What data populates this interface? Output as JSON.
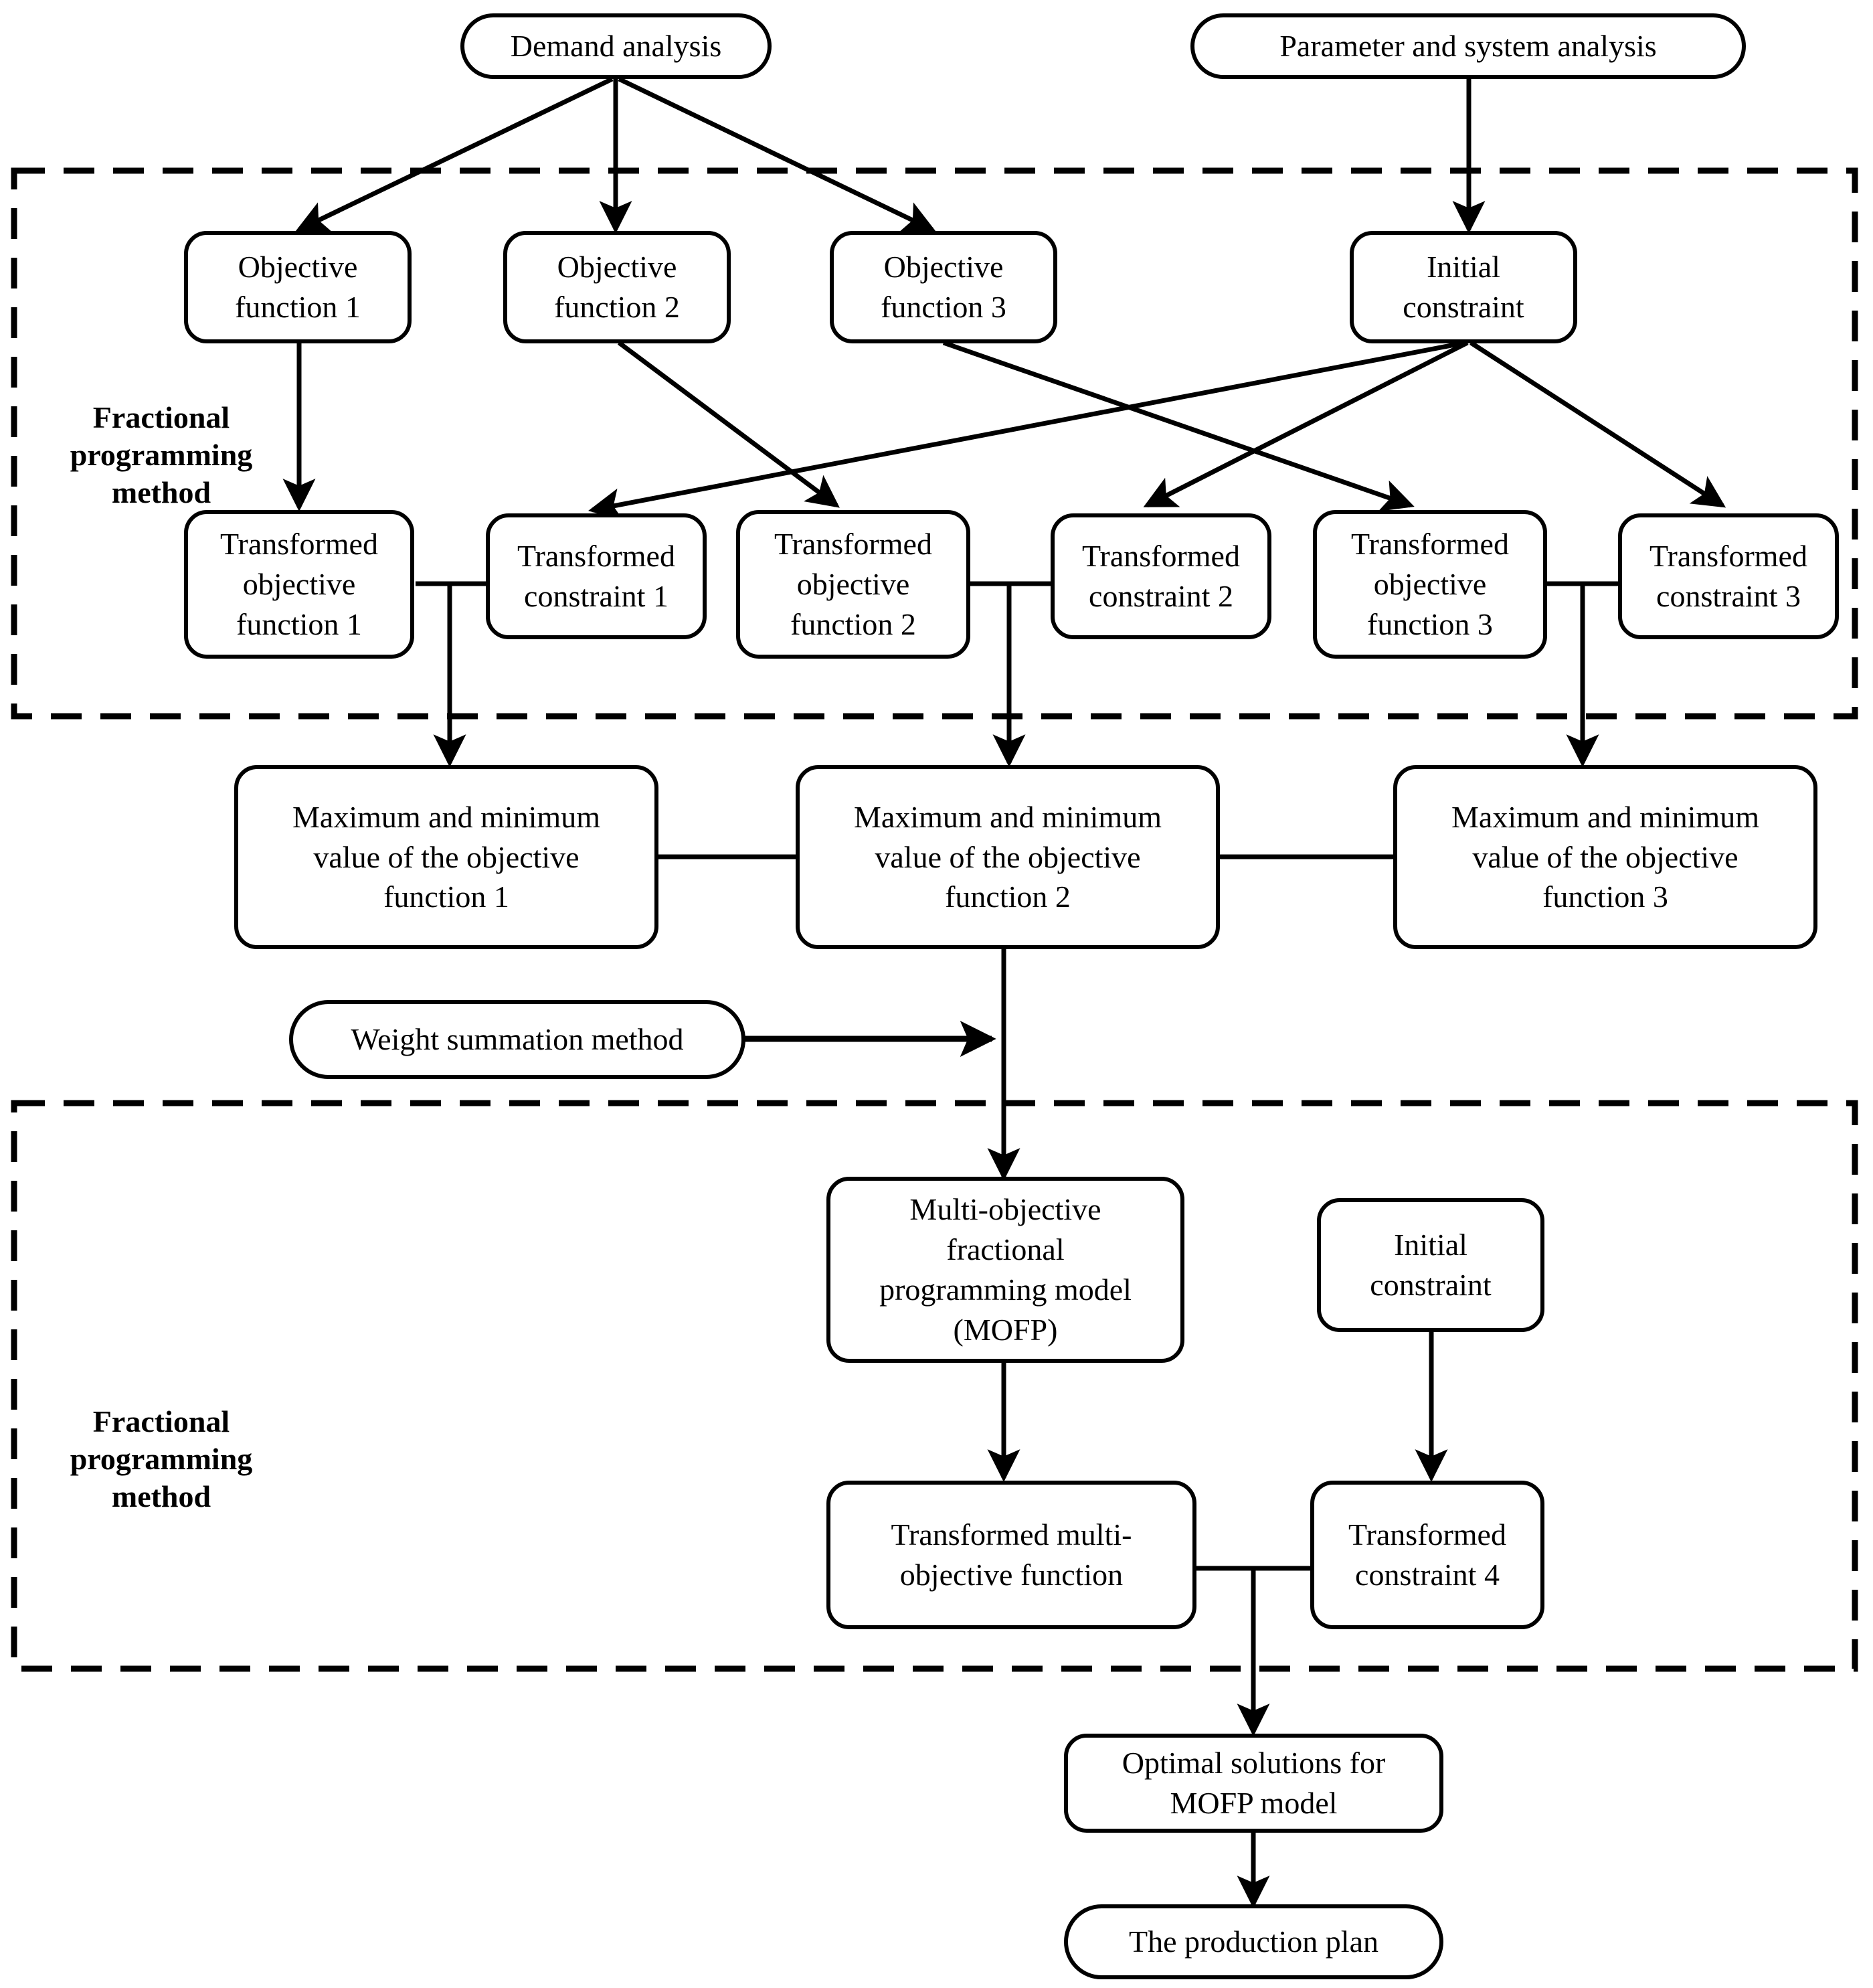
{
  "diagram": {
    "title": "Multi-objective fractional programming flowchart",
    "line_color": "#000000",
    "background": "#ffffff",
    "groups": [
      {
        "id": "group-upper",
        "label": "Fractional\nprogramming\nmethod"
      },
      {
        "id": "group-lower",
        "label": "Fractional\nprogramming\nmethod"
      }
    ],
    "nodes": [
      {
        "id": "demand-analysis",
        "label": "Demand analysis"
      },
      {
        "id": "parameter-system",
        "label": "Parameter and system analysis"
      },
      {
        "id": "objective-function-1",
        "label": "Objective\nfunction 1"
      },
      {
        "id": "objective-function-2",
        "label": "Objective\nfunction 2"
      },
      {
        "id": "objective-function-3",
        "label": "Objective\nfunction 3"
      },
      {
        "id": "initial-constraint-top",
        "label": "Initial\nconstraint"
      },
      {
        "id": "transformed-objective-function-1",
        "label": "Transformed\nobjective\nfunction 1"
      },
      {
        "id": "transformed-constraint-1",
        "label": "Transformed\nconstraint 1"
      },
      {
        "id": "transformed-objective-function-2",
        "label": "Transformed\nobjective\nfunction 2"
      },
      {
        "id": "transformed-constraint-2",
        "label": "Transformed\nconstraint 2"
      },
      {
        "id": "transformed-objective-function-3",
        "label": "Transformed\nobjective\nfunction 3"
      },
      {
        "id": "transformed-constraint-3",
        "label": "Transformed\nconstraint 3"
      },
      {
        "id": "maxmin-1",
        "label": "Maximum and minimum\nvalue of the objective\nfunction 1"
      },
      {
        "id": "maxmin-2",
        "label": "Maximum and minimum\nvalue of the objective\nfunction 2"
      },
      {
        "id": "maxmin-3",
        "label": "Maximum and minimum\nvalue of the objective\nfunction 3"
      },
      {
        "id": "weight-summation",
        "label": "Weight summation method"
      },
      {
        "id": "mofp-model",
        "label": "Multi-objective\nfractional\nprogramming model\n(MOFP)"
      },
      {
        "id": "initial-constraint-bottom",
        "label": "Initial\nconstraint"
      },
      {
        "id": "transformed-multi-objective-function",
        "label": "Transformed multi-\nobjective function"
      },
      {
        "id": "transformed-constraint-4",
        "label": "Transformed\nconstraint 4"
      },
      {
        "id": "optimal-solutions",
        "label": "Optimal solutions for\nMOFP model"
      },
      {
        "id": "production-plan",
        "label": "The production plan"
      }
    ],
    "edges": [
      {
        "from": "demand-analysis",
        "to": "objective-function-1",
        "arrow": true
      },
      {
        "from": "demand-analysis",
        "to": "objective-function-2",
        "arrow": true
      },
      {
        "from": "demand-analysis",
        "to": "objective-function-3",
        "arrow": true
      },
      {
        "from": "parameter-system",
        "to": "initial-constraint-top",
        "arrow": true
      },
      {
        "from": "objective-function-1",
        "to": "transformed-objective-function-1",
        "arrow": true
      },
      {
        "from": "objective-function-2",
        "to": "transformed-objective-function-2",
        "arrow": true
      },
      {
        "from": "objective-function-3",
        "to": "transformed-objective-function-3",
        "arrow": true
      },
      {
        "from": "initial-constraint-top",
        "to": "transformed-constraint-1",
        "arrow": true
      },
      {
        "from": "initial-constraint-top",
        "to": "transformed-constraint-2",
        "arrow": true
      },
      {
        "from": "initial-constraint-top",
        "to": "transformed-constraint-3",
        "arrow": true
      },
      {
        "from": "transformed-pair-1",
        "to": "maxmin-1",
        "arrow": true
      },
      {
        "from": "transformed-pair-2",
        "to": "maxmin-2",
        "arrow": true
      },
      {
        "from": "transformed-pair-3",
        "to": "maxmin-3",
        "arrow": true
      },
      {
        "from": "maxmin-1",
        "to": "maxmin-2",
        "arrow": false
      },
      {
        "from": "maxmin-2",
        "to": "maxmin-3",
        "arrow": false
      },
      {
        "from": "weight-summation",
        "to": "maxmin-2-trunk",
        "arrow": true
      },
      {
        "from": "maxmin-2",
        "to": "mofp-model",
        "arrow": true
      },
      {
        "from": "mofp-model",
        "to": "transformed-multi-objective-function",
        "arrow": true
      },
      {
        "from": "initial-constraint-bottom",
        "to": "transformed-constraint-4",
        "arrow": true
      },
      {
        "from": "transformed-pair-4",
        "to": "optimal-solutions",
        "arrow": true
      },
      {
        "from": "optimal-solutions",
        "to": "production-plan",
        "arrow": true
      }
    ]
  }
}
